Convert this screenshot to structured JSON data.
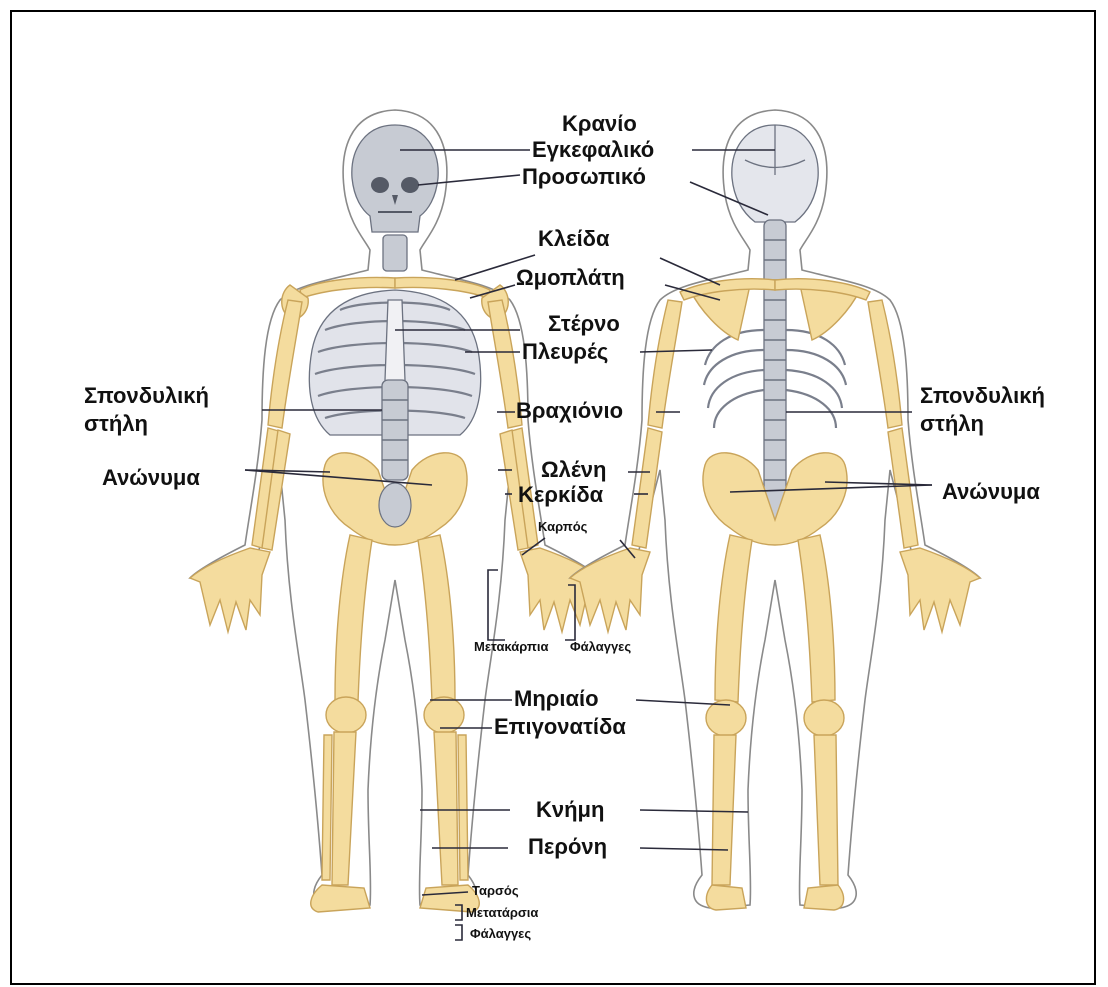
{
  "labels": {
    "kranio": "Κρανίο",
    "enkefaliko": "Εγκεφαλικό",
    "prosopiko": "Προσωπικό",
    "kleida": "Κλείδα",
    "omoplati": "Ωμοπλάτη",
    "sterno": "Στέρνο",
    "pleures": "Πλευρές",
    "spondyliki_left_1": "Σπονδυλική",
    "spondyliki_left_2": "στήλη",
    "spondyliki_right_1": "Σπονδυλική",
    "spondyliki_right_2": "στήλη",
    "vraxionio": "Βραχιόνιο",
    "olenh": "Ωλένη",
    "kerkida": "Κερκίδα",
    "anonyma_left": "Ανώνυμα",
    "anonyma_right": "Ανώνυμα",
    "karpos": "Καρπός",
    "metakarpia": "Μετακάρπια",
    "falagges_hand": "Φάλαγγες",
    "miriaio": "Μηριαίο",
    "epigonatida": "Επιγονατίδα",
    "knimi": "Κνήμη",
    "peroni": "Περόνη",
    "tarsos": "Ταρσός",
    "metatarsia": "Μετατάρσια",
    "falagges_foot": "Φάλαγγες"
  },
  "colors": {
    "bone": "#f4dc9e",
    "bone_edge": "#c9a45a",
    "body_outline": "#8a8a8a",
    "gray_bone": "#c7cbd3",
    "gray_edge": "#6c7280",
    "leader_line": "#2a2a3a"
  }
}
